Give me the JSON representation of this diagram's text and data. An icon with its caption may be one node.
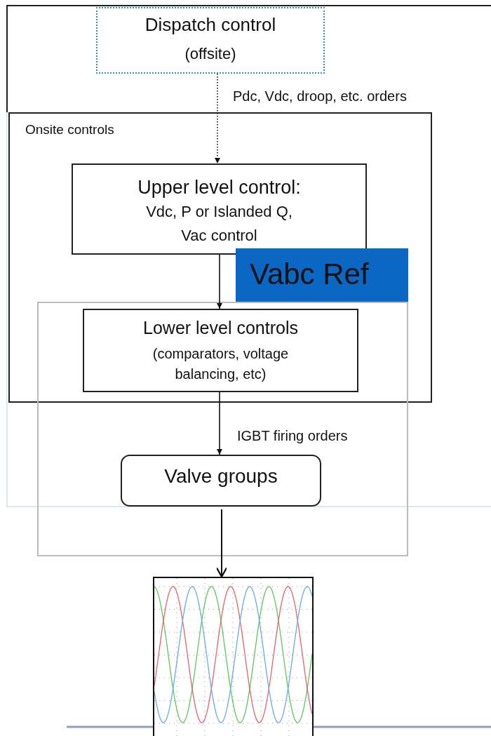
{
  "diagram": {
    "nodes": [
      {
        "text": [
          "Dispatch control",
          "(offsite)"
        ]
      },
      {
        "text": [
          "Onsite controls"
        ]
      },
      {
        "text": [
          "Upper level control:",
          "Vdc, P or Islanded Q, Vac control"
        ],
        "in": 1
      },
      {
        "text": [],
        "shape": "box"
      },
      {
        "text": [
          "Lower level controls",
          "(comparators, voltage balancing, etc)"
        ]
      },
      {
        "text": [
          "Valve groups"
        ],
        "in": 3
      },
      {
        "text": [
          "Vabc Ref"
        ],
        "in": 1
      },
      {
        "text": [],
        "shape": "picture"
      }
    ],
    "edges": [
      {
        "from": 0,
        "to": 2,
        "arrow": "to",
        "label": "Pdc, Vdc, droop, etc. orders",
        "style": "dashed"
      },
      {
        "from": 2,
        "to": 4,
        "arrow": "to"
      },
      {
        "from": 4,
        "to": 5,
        "arrow": "to",
        "label": "IGBT firing orders"
      },
      {
        "from": 5,
        "to": 7,
        "arrow": "to"
      }
    ]
  }
}
